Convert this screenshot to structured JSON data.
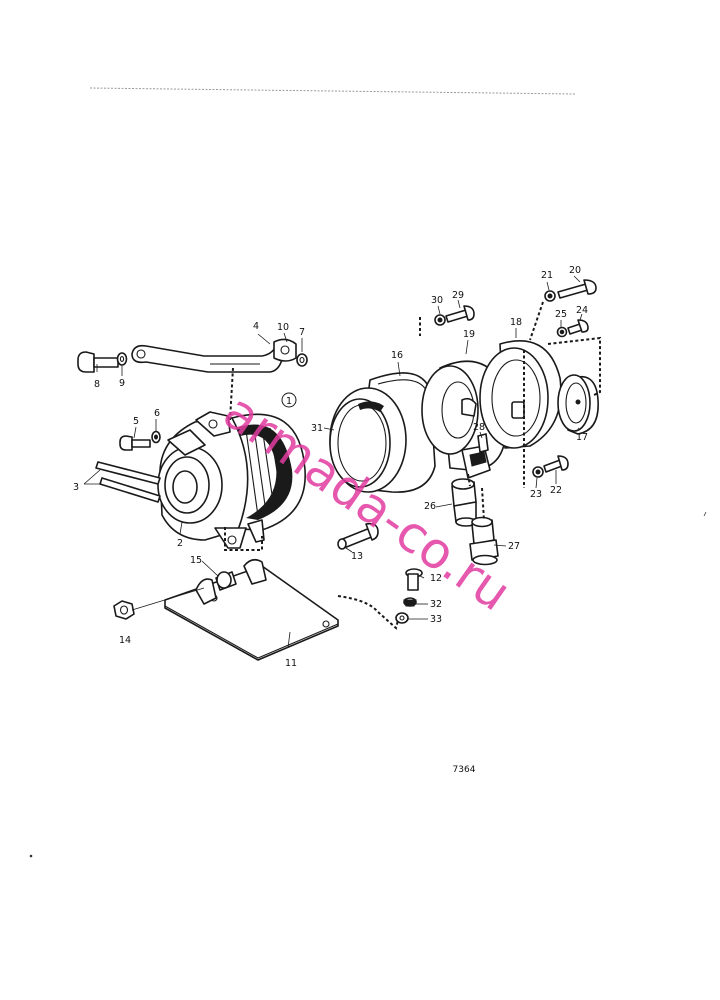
{
  "drawing_code": "7364",
  "watermark": "armada-co.ru",
  "callouts": {
    "c1": "1",
    "c2": "2",
    "c3": "3",
    "c4": "4",
    "c5": "5",
    "c6": "6",
    "c7": "7",
    "c8": "8",
    "c9": "9",
    "c10": "10",
    "c11": "11",
    "c12": "12",
    "c13": "13",
    "c14": "14",
    "c15": "15",
    "c16": "16",
    "c17": "17",
    "c18": "18",
    "c19": "19",
    "c20": "20",
    "c21": "21",
    "c22": "22",
    "c23": "23",
    "c24": "24",
    "c25": "25",
    "c26": "26",
    "c27": "27",
    "c28": "28",
    "c29": "29",
    "c30": "30",
    "c31": "31",
    "c32": "32",
    "c33": "33"
  },
  "colors": {
    "line": "#1a1a1a",
    "watermark": "#e23aa0"
  }
}
